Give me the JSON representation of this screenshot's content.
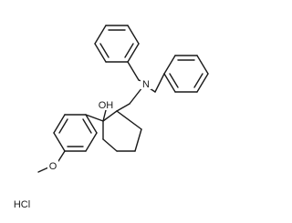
{
  "structure": {
    "atoms": {
      "nitrogen": "N",
      "hydroxyl": "OH",
      "methoxy_oxygen": "O",
      "salt": "HCl"
    }
  },
  "colors": {
    "bond": "#1a1a1a",
    "label": "#1a1a1a",
    "background": "#ffffff"
  }
}
